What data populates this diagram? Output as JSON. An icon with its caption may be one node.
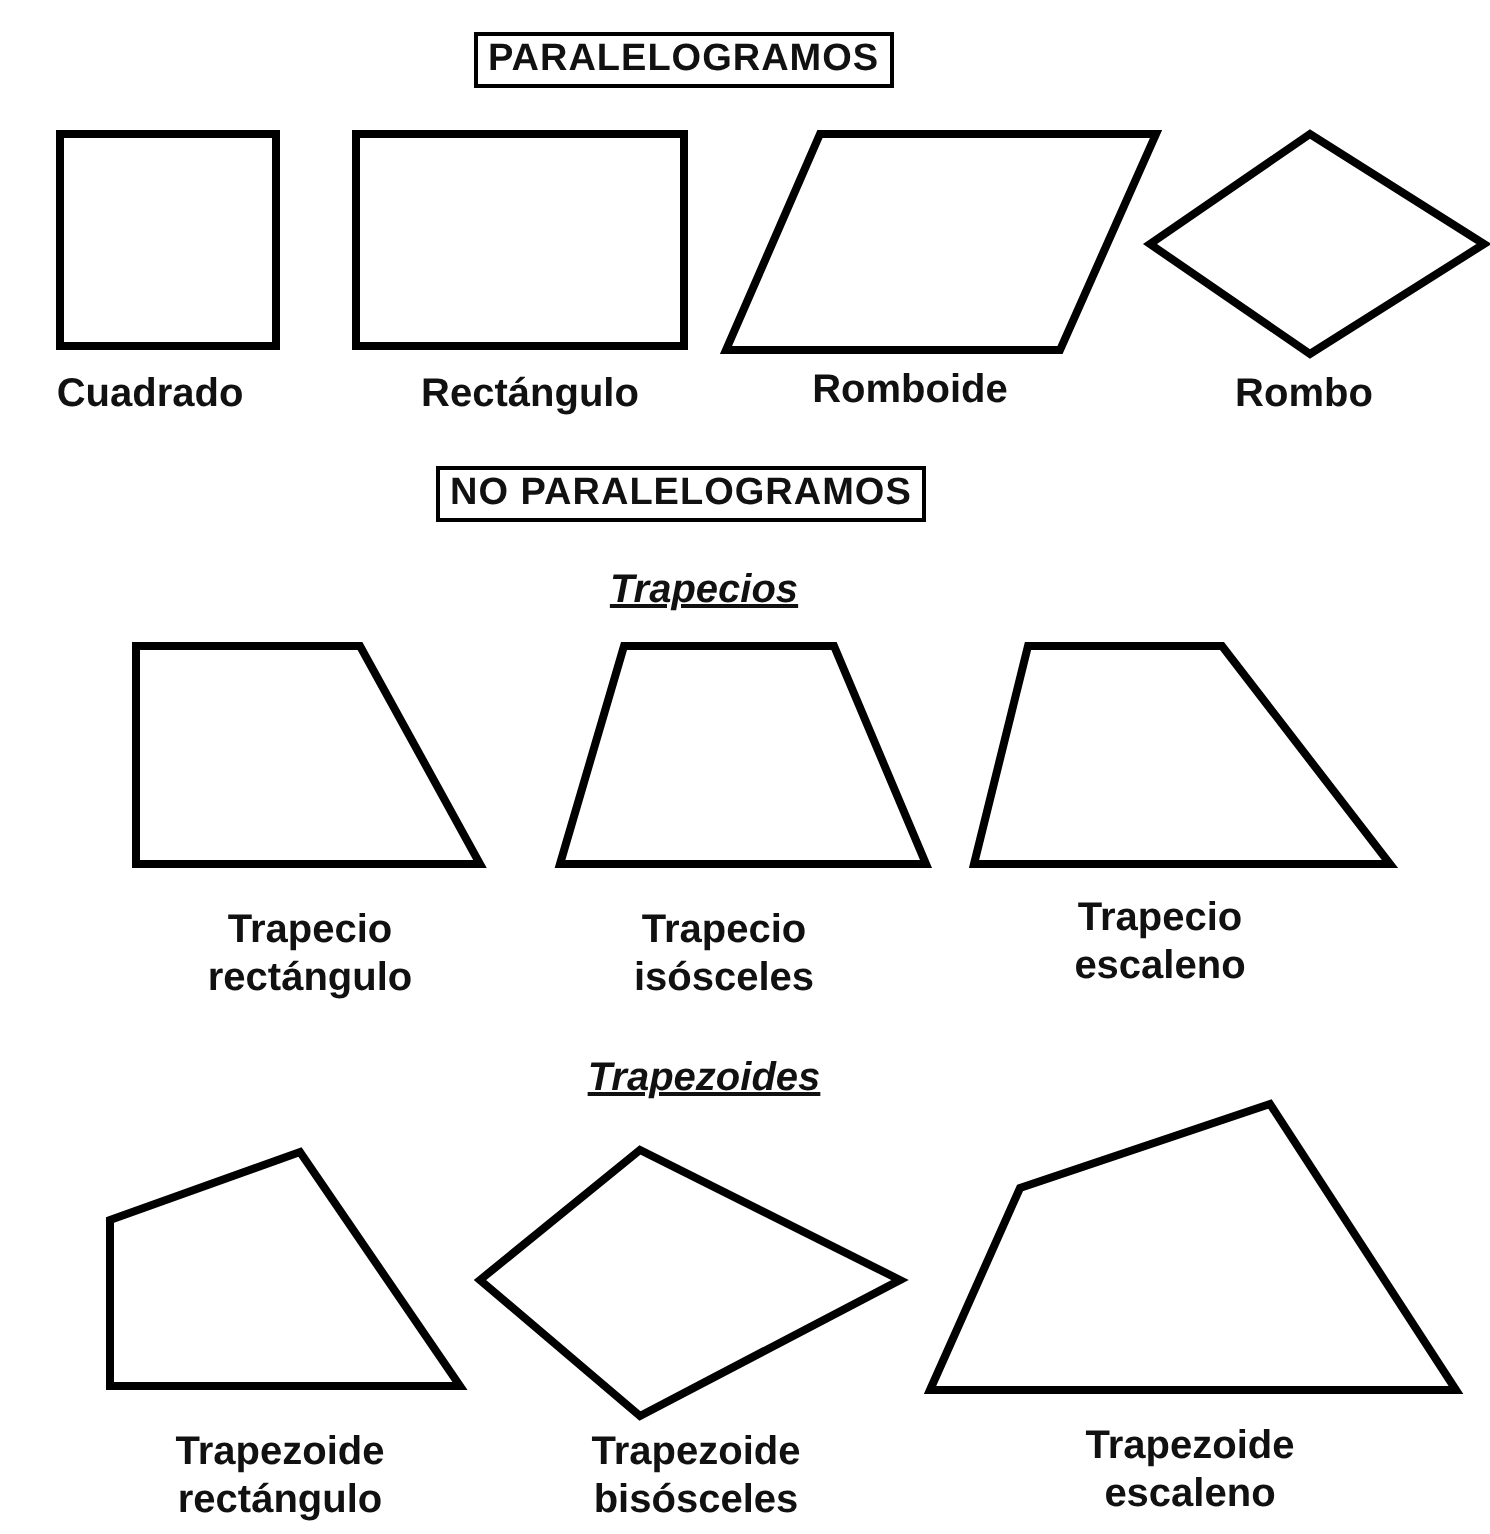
{
  "diagram": {
    "nodes": [
      {
        "text": [
          "PARALELOGRAMOS"
        ]
      },
      {
        "text": [
          "Cuadrado"
        ]
      },
      {
        "text": [
          "Rectángulo"
        ]
      },
      {
        "text": [
          "Romboide"
        ]
      },
      {
        "text": [
          "Rombo"
        ]
      },
      {
        "text": [
          "NO PARALELOGRAMOS"
        ]
      },
      {
        "text": [
          "Trapecio rectángulo"
        ]
      },
      {
        "text": [
          "Trapecio isósceles"
        ]
      },
      {
        "text": [
          "Trapecio escaleno"
        ]
      },
      {
        "text": [
          "Trapezoide rectángulo"
        ]
      },
      {
        "text": [
          "Trapezoide bisósceles"
        ]
      },
      {
        "text": [
          "Trapezoide escaleno"
        ]
      }
    ],
    "edges": [],
    "labels": [
      "Trapecios",
      "Trapezoides"
    ]
  }
}
